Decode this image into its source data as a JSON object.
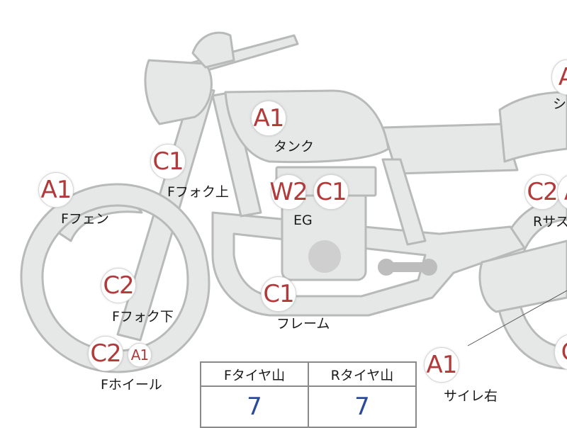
{
  "colors": {
    "badge_text": "#b33a3a",
    "part_fill": "#e6e7e7",
    "part_stroke": "#b8b9b9",
    "tread_value": "#2c4a9a"
  },
  "parts": [
    {
      "id": "tank",
      "code": "A1",
      "label": "タンク"
    },
    {
      "id": "fork_upper",
      "code": "C1",
      "label": "Fフォク上"
    },
    {
      "id": "front_fender",
      "code": "A1",
      "label": "Fフェン"
    },
    {
      "id": "engine",
      "codes": [
        "W2",
        "C1"
      ],
      "label": "EG"
    },
    {
      "id": "rear_suspension",
      "code": "C2",
      "code_extra": "A",
      "label": "Rサス"
    },
    {
      "id": "fork_lower",
      "code": "C2",
      "label": "Fフォク下"
    },
    {
      "id": "frame",
      "code": "C1",
      "label": "フレーム"
    },
    {
      "id": "front_wheel",
      "code": "C2",
      "code_small": "A1",
      "label": "Fホイール"
    },
    {
      "id": "muffler_right",
      "code": "A1",
      "label": "サイレ右"
    },
    {
      "id": "seat",
      "code": "A",
      "label": "シ"
    },
    {
      "id": "rear_wheel",
      "code": "C"
    }
  ],
  "tread_table": {
    "headers": [
      "Fタイヤ山",
      "Rタイヤ山"
    ],
    "values": [
      "7",
      "7"
    ]
  }
}
